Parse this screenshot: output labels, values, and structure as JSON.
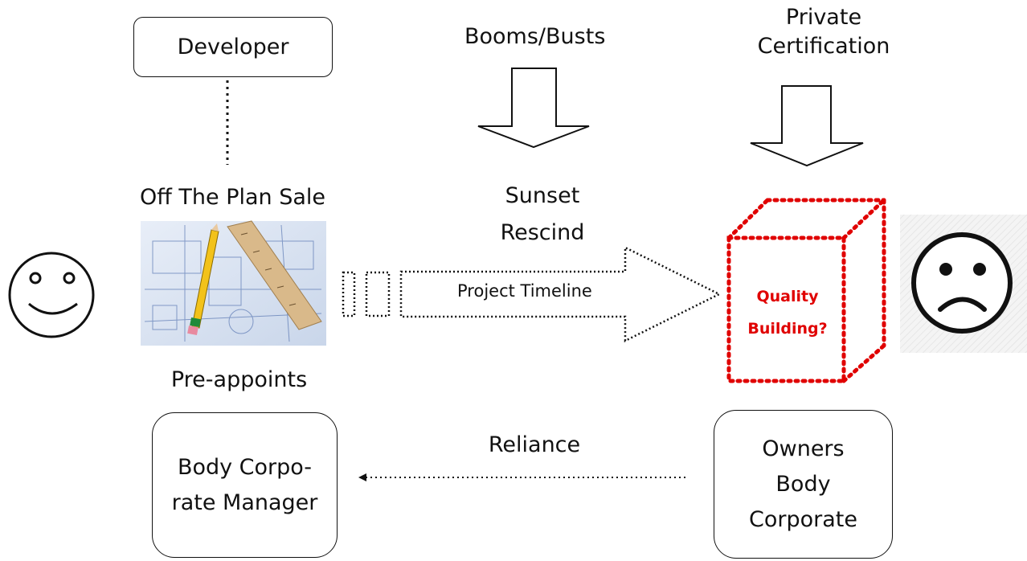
{
  "nodes": {
    "developer": "Developer",
    "body_corporate_manager": [
      "Body Corpo-",
      "rate Manager"
    ],
    "owners_body_corporate": [
      "Owners",
      "Body",
      "Corporate"
    ]
  },
  "labels": {
    "booms_busts": "Booms/Busts",
    "private_certification": [
      "Private",
      "Certification"
    ],
    "off_the_plan_sale": "Off The Plan Sale",
    "sunset_rescind": [
      "Sunset",
      "Rescind"
    ],
    "project_timeline": "Project Timeline",
    "quality_building": [
      "Quality",
      "Building?"
    ],
    "pre_appoints": "Pre-appoints",
    "reliance": "Reliance"
  },
  "icons": {
    "left_face": "smiley-face-icon",
    "right_face": "sad-face-icon",
    "plans_photo": "building-plans-photo",
    "cube": "dotted-cube-icon",
    "arrows": "hollow-down-arrow-icon"
  },
  "colors": {
    "quality_text": "#e00000",
    "cube_outline": "#e00000",
    "line": "#111111"
  }
}
